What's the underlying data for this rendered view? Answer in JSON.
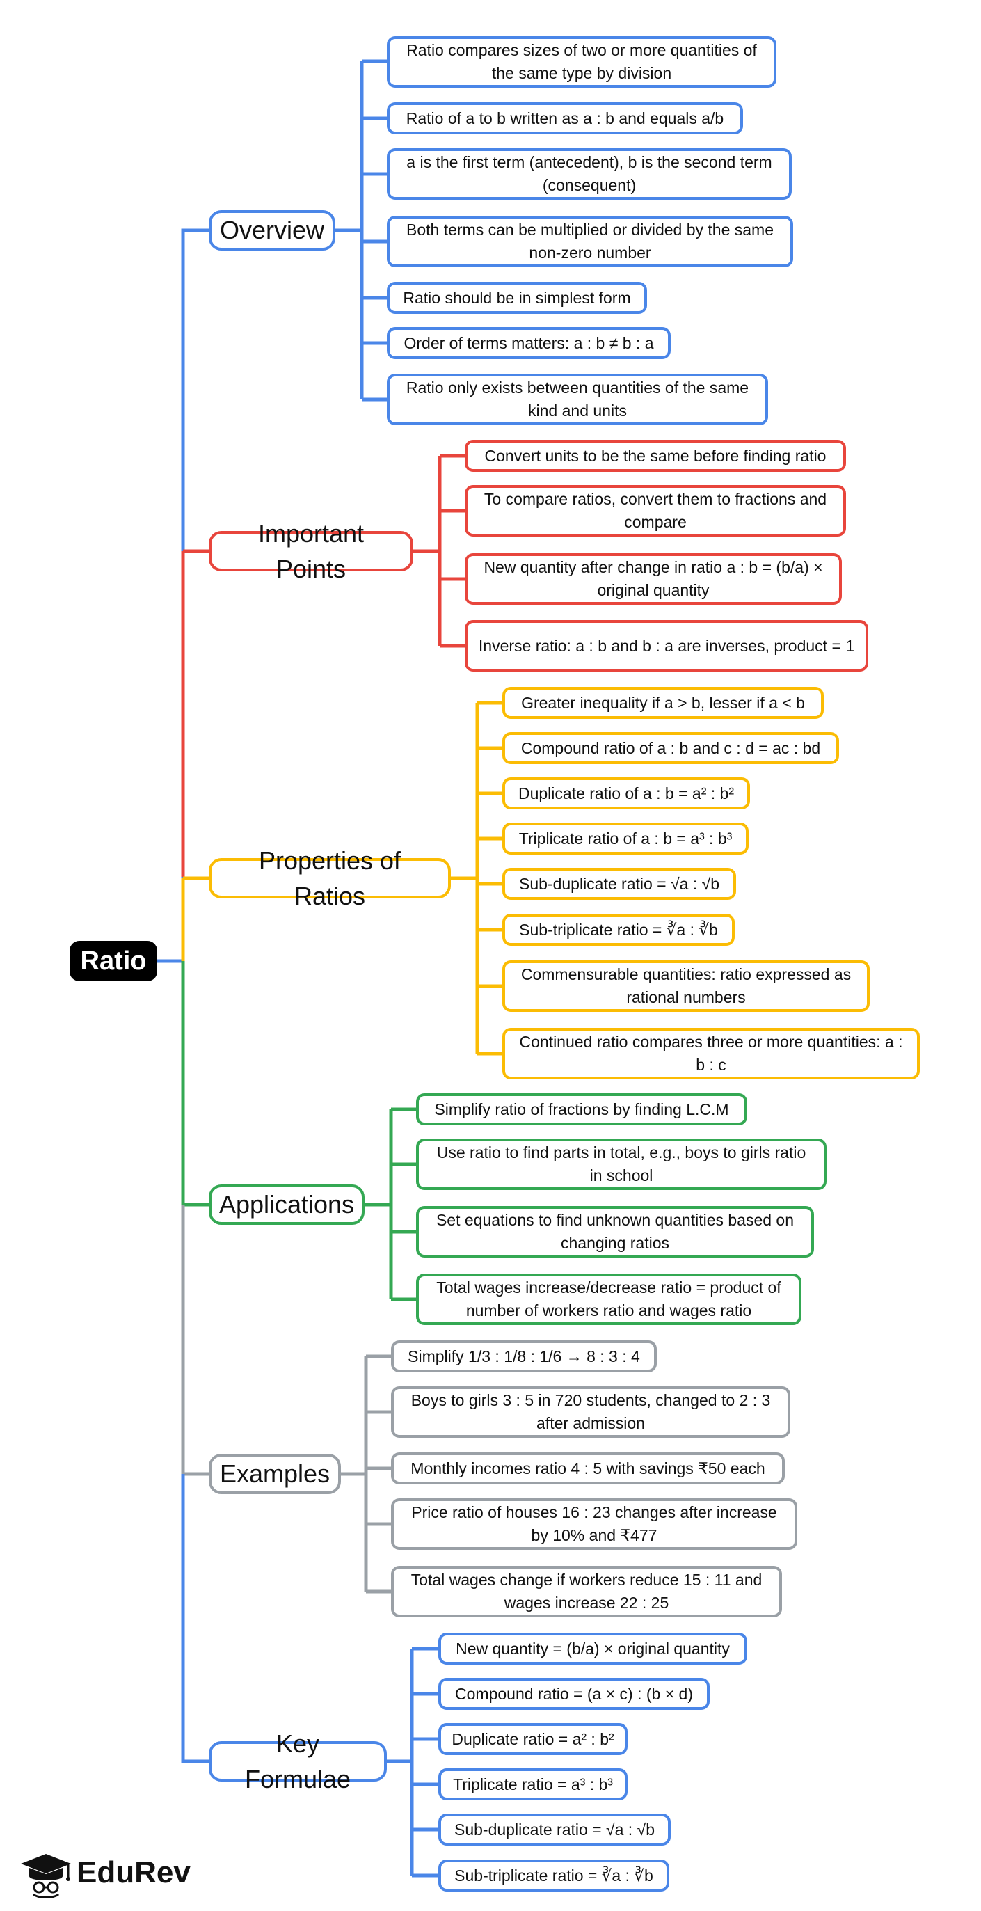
{
  "root": {
    "label": "Ratio"
  },
  "branches": {
    "overview": {
      "label": "Overview",
      "items": [
        "Ratio compares sizes of two or more quantities of the same type by division",
        "Ratio of a to b written as a : b and equals a/b",
        "a is the first term (antecedent), b is the second term (consequent)",
        "Both terms can be multiplied or divided by the same non-zero number",
        "Ratio should be in simplest form",
        "Order of terms matters: a : b ≠ b : a",
        "Ratio only exists between quantities of the same kind and units"
      ]
    },
    "important": {
      "label": "Important Points",
      "items": [
        "Convert units to be the same before finding ratio",
        "To compare ratios, convert them to fractions and compare",
        "New quantity after change in ratio a : b = (b/a) × original quantity",
        "Inverse ratio: a : b and b : a are inverses, product = 1"
      ]
    },
    "properties": {
      "label": "Properties of Ratios",
      "items": [
        "Greater inequality if a > b, lesser if a < b",
        "Compound ratio of a : b and c : d = ac : bd",
        "Duplicate ratio of a : b = a² : b²",
        "Triplicate ratio of a : b = a³ : b³",
        "Sub-duplicate ratio = √a : √b",
        "Sub-triplicate ratio = ∛a : ∛b",
        "Commensurable quantities: ratio expressed as rational numbers",
        "Continued ratio compares three or more quantities: a : b : c"
      ]
    },
    "applications": {
      "label": "Applications",
      "items": [
        "Simplify ratio of fractions by finding L.C.M",
        "Use ratio to find parts in total, e.g., boys to girls ratio in school",
        "Set equations to find unknown quantities based on changing ratios",
        "Total wages increase/decrease ratio = product of number of workers ratio and wages ratio"
      ]
    },
    "examples": {
      "label": "Examples",
      "items": [
        "Simplify 1/3 : 1/8 : 1/6 → 8 : 3 : 4",
        "Boys to girls 3 : 5 in 720 students, changed to 2 : 3 after admission",
        "Monthly incomes ratio 4 : 5 with savings ₹50 each",
        "Price ratio of houses 16 : 23 changes after increase by 10% and ₹477",
        "Total wages change if workers reduce 15 : 11 and wages increase 22 : 25"
      ]
    },
    "formulae": {
      "label": "Key Formulae",
      "items": [
        "New quantity = (b/a) × original quantity",
        "Compound ratio = (a × c) : (b × d)",
        "Duplicate ratio = a² : b²",
        "Triplicate ratio = a³ : b³",
        "Sub-duplicate ratio = √a : √b",
        "Sub-triplicate ratio = ∛a : ∛b"
      ]
    }
  },
  "colors": {
    "overview": "#4a86e8",
    "important": "#e8453c",
    "properties": "#fbbc04",
    "applications": "#34a853",
    "examples": "#9aa0a6",
    "formulae": "#4a86e8"
  },
  "logo": {
    "text": "EduRev",
    "icon": "graduation-cap-icon"
  }
}
